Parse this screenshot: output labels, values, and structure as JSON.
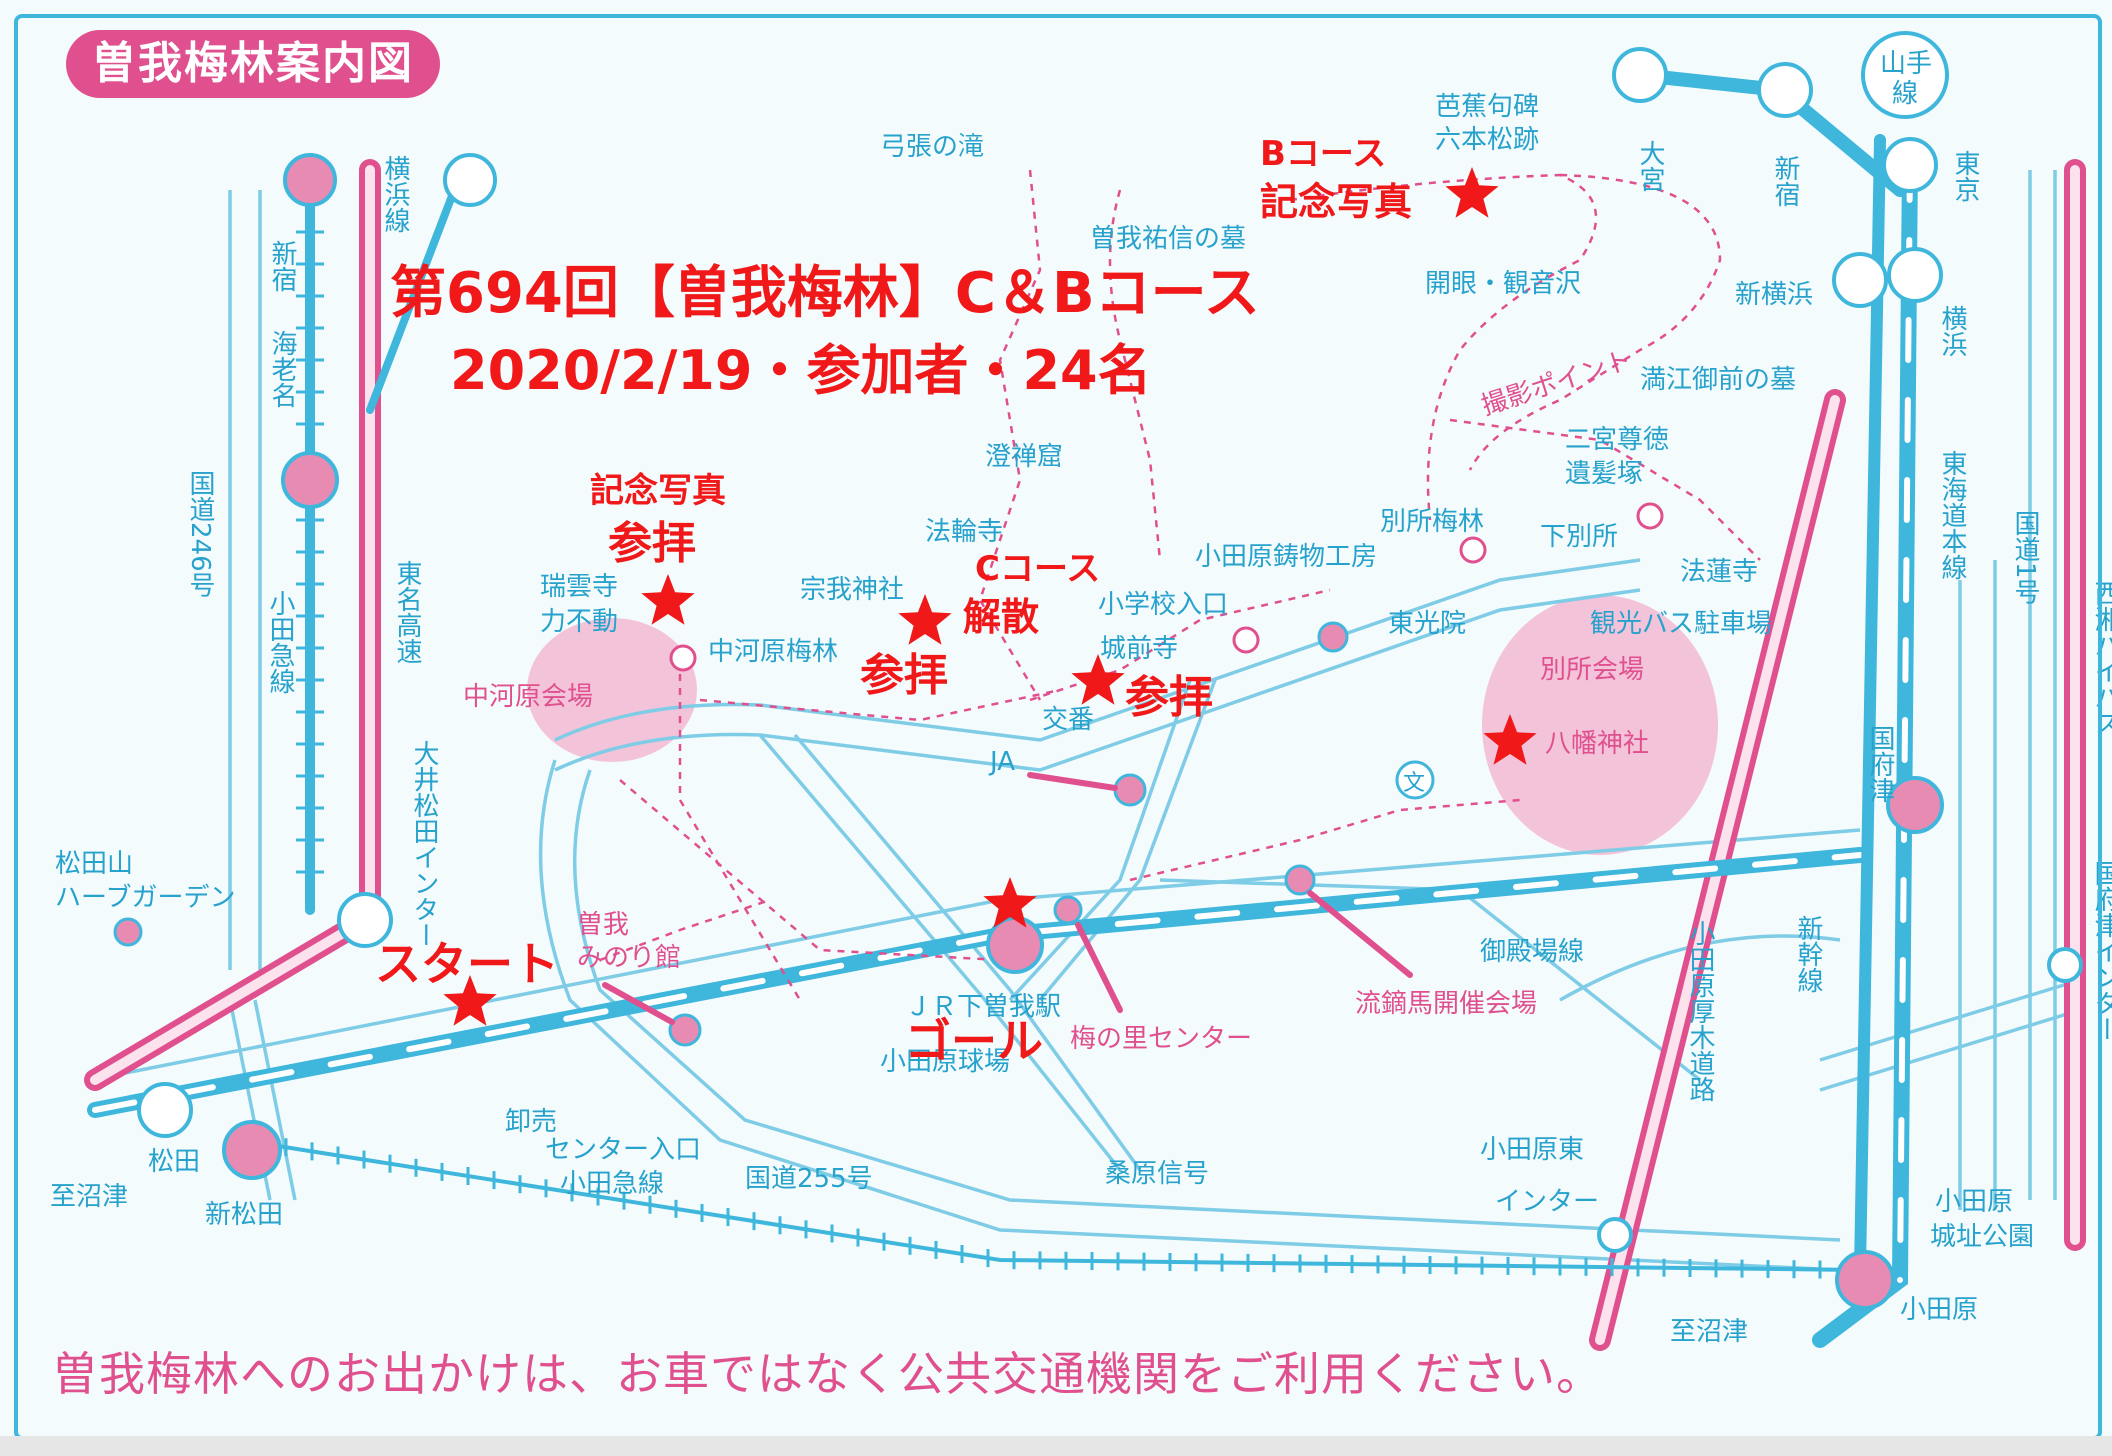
{
  "title": "曽我梅林案内図",
  "headline": {
    "line1": "第694回【曽我梅林】C＆Bコース",
    "line2": "2020/2/19・参加者・24名"
  },
  "footer": "曽我梅林へのお出かけは、お車ではなく公共交通機関をご利用ください。",
  "colors": {
    "rail_blue": "#3fb6dc",
    "highway_pink": "#e0508e",
    "route_pink": "#e0508e",
    "annotation_red": "#f01818",
    "venue_fill": "#f2b9d2",
    "background": "#f4fbfd"
  },
  "annotations": {
    "start": "スタート",
    "goal": "ゴール",
    "c_end_1": "Cコース",
    "c_end_2": "解散",
    "b_photo_1": "Bコース",
    "b_photo_2": "記念写真",
    "photo": "記念写真",
    "worship_a": "参拝",
    "worship_b": "参拝",
    "worship_c": "参拝"
  },
  "labels": {
    "shinjuku": "新宿",
    "ebina": "海老名",
    "yokohama_line": "横浜線",
    "route246": "国道246号",
    "odakyu": "小田急線",
    "tomei": "東名高速",
    "oi_ic": "大井松田インター",
    "matsudayama": "松田山",
    "herb_garden": "ハーブガーデン",
    "matsuda": "松田",
    "shin_matsuda": "新松田",
    "to_numazu": "至沼津",
    "to_numazu_2": "至沼津",
    "soga_minori_1": "曽我",
    "soga_minori_2": "みのり館",
    "market_1": "卸売",
    "market_2": "センター入口",
    "odakyu_2": "小田急線",
    "route255": "国道255号",
    "jr_station": "ＪＲ下曽我駅",
    "ume_center": "梅の里センター",
    "odawara_stadium": "小田原球場",
    "kuwahara": "桑原信号",
    "odawara_east": "小田原東",
    "interchange": "インター",
    "gotemba_line": "御殿場線",
    "yabusame": "流鏑馬開催会場",
    "atsugi_road": "小田原厚木道路",
    "shinkansen": "新幹線",
    "kozu": "国府津",
    "tokaido": "東海道本線",
    "route1": "国道1号",
    "seisho": "西湘バイパス",
    "kozu_ic": "国府津インター",
    "odawara_station": "小田原",
    "castle_park_1": "小田原",
    "castle_park_2": "城址公園",
    "omiya": "大宮",
    "shinjuku_right": "新宿",
    "tokyo": "東京",
    "yamanote_1": "山手",
    "yamanote_2": "線",
    "shin_yokohama": "新横浜",
    "yokohama_right": "横浜",
    "yumihari": "弓張の滝",
    "basho_1": "芭蕉句碑",
    "basho_2": "六本松跡",
    "sukenobu": "曽我祐信の墓",
    "kaigen": "開眼・観音沢",
    "satsuei": "撮影ポイント",
    "mitsue": "満江御前の墓",
    "ninomiya_1": "二宮尊徳",
    "ninomiya_2": "遺髪塚",
    "chozen": "澄禅窟",
    "horin": "法輪寺",
    "bessho_baigarden": "別所梅林",
    "shimobessho": "下別所",
    "horen": "法蓮寺",
    "imono": "小田原鋳物工房",
    "zuiun_1": "瑞雲寺",
    "zuiun_2": "力不動",
    "soga_shrine": "宗我神社",
    "school": "小学校入口",
    "tokoin": "東光院",
    "bus_park": "観光バス駐車場",
    "nakagawara_garden": "中河原梅林",
    "jozenji": "城前寺",
    "koban": "交番",
    "nakagawara_venue": "中河原会場",
    "bessho_venue": "別所会場",
    "hachiman": "八幡神社",
    "ja": "JA",
    "school_mark": "文"
  }
}
